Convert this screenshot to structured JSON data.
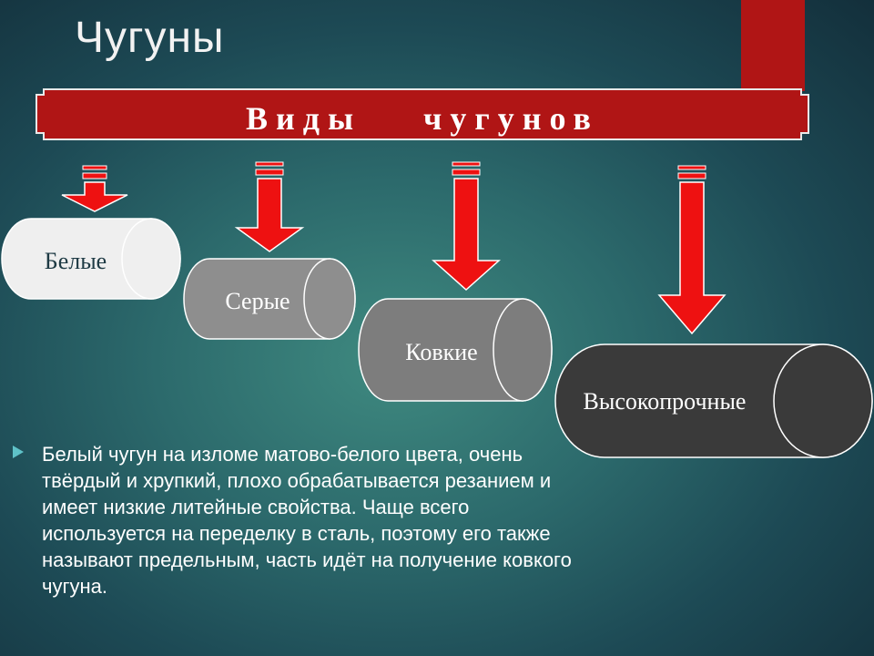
{
  "title": "Чугуны",
  "banner": {
    "text": "Виды чугунов",
    "color": "#b01515"
  },
  "types": [
    {
      "label": "Белые",
      "fill": "#efefef",
      "text_color": "#1e3a44"
    },
    {
      "label": "Серые",
      "fill": "#8e8e8e",
      "text_color": "#ffffff"
    },
    {
      "label": "Ковкие",
      "fill": "#7d7d7d",
      "text_color": "#ffffff"
    },
    {
      "label": "Высокопрочные",
      "fill": "#3a3a3a",
      "text_color": "#ffffff"
    }
  ],
  "arrow_color": "#ee1111",
  "description": "Белый чугун на изломе матово-белого цвета, очень твёрдый и хрупкий, плохо обрабатывается резанием и имеет низкие литейные свойства. Чаще всего используется на переделку в сталь, поэтому его также называют предельным, часть идёт на получение ковкого чугуна."
}
